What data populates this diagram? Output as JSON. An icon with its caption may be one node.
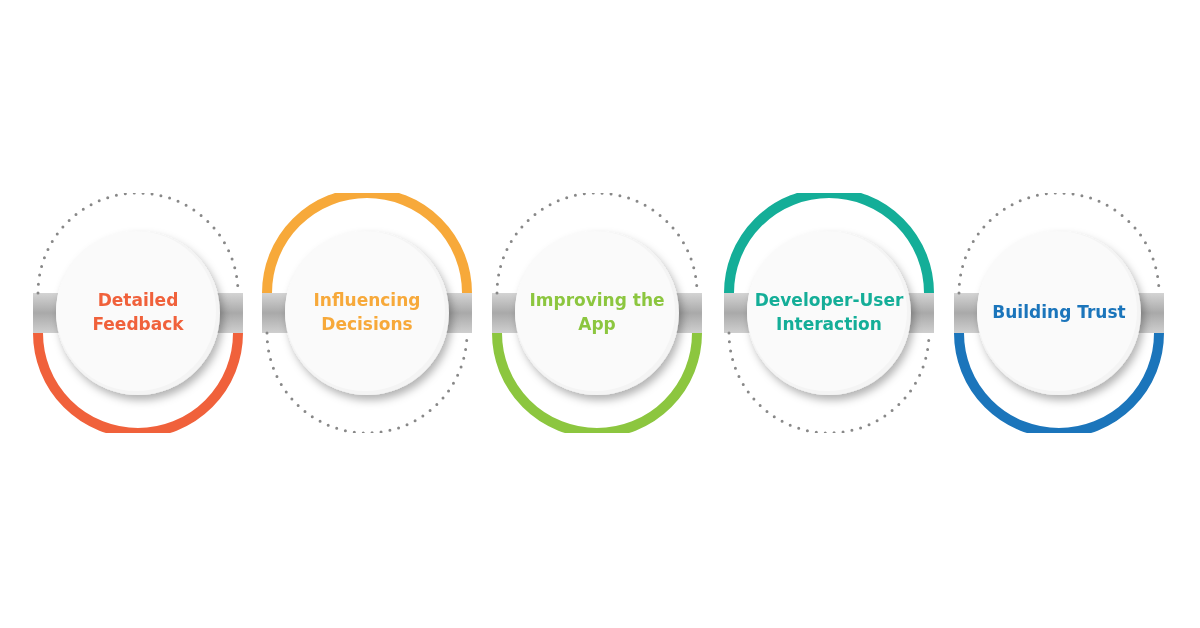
{
  "diagram": {
    "nodes": [
      {
        "text": [
          "Detailed Feedback"
        ]
      },
      {
        "text": [
          "Influencing Decisions"
        ]
      },
      {
        "text": [
          "Improving the App"
        ]
      },
      {
        "text": [
          "Developer-User Interaction"
        ]
      },
      {
        "text": [
          "Building Trust"
        ]
      }
    ]
  }
}
